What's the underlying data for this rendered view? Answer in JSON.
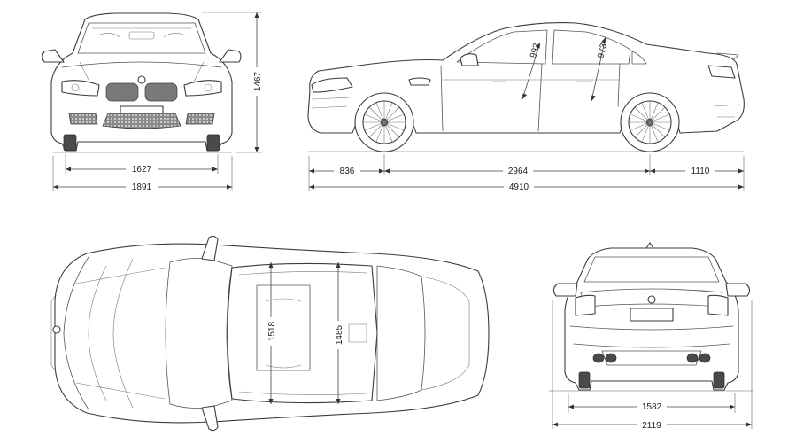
{
  "dimensions": {
    "front_track": "1627",
    "front_width": "1891",
    "height": "1467",
    "front_overhang": "836",
    "wheelbase": "2964",
    "rear_overhang": "1110",
    "length": "4910",
    "headroom_front": "992",
    "headroom_rear": "973",
    "interior_width_front": "1518",
    "interior_width_rear": "1485",
    "rear_track": "1582",
    "width_with_mirrors": "2119"
  }
}
